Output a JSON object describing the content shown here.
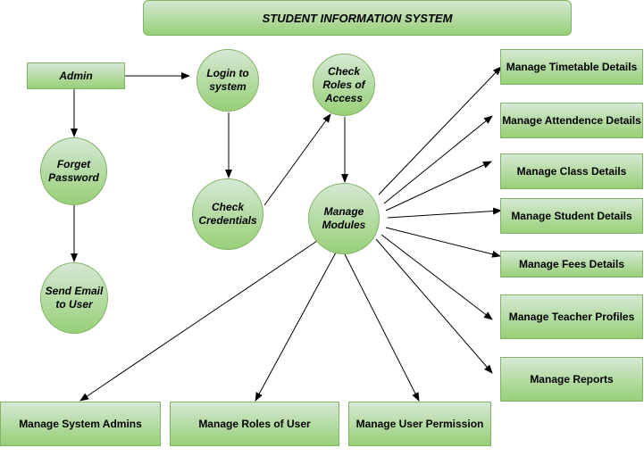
{
  "title": "STUDENT INFORMATION SYSTEM",
  "nodes": {
    "admin": "Admin",
    "login": "Login to system",
    "check_roles": "Check Roles of Access",
    "forget_password": "Forget Password",
    "check_credentials": "Check Credentials",
    "manage_modules": "Manage Modules",
    "send_email": "Send Email to User",
    "timetable": "Manage Timetable Details",
    "attendence": "Manage Attendence Details",
    "class": "Manage Class Details",
    "student": "Manage Student Details",
    "fees": "Manage Fees Details",
    "teacher": "Manage Teacher Profiles",
    "reports": "Manage Reports",
    "system_admins": "Manage System Admins",
    "roles_of_user": "Manage Roles of User",
    "user_permission": "Manage User Permission"
  },
  "edges": [
    [
      "admin",
      "login"
    ],
    [
      "admin",
      "forget_password"
    ],
    [
      "forget_password",
      "send_email"
    ],
    [
      "login",
      "check_credentials"
    ],
    [
      "check_credentials",
      "check_roles"
    ],
    [
      "check_roles",
      "manage_modules"
    ],
    [
      "manage_modules",
      "timetable"
    ],
    [
      "manage_modules",
      "attendence"
    ],
    [
      "manage_modules",
      "class"
    ],
    [
      "manage_modules",
      "student"
    ],
    [
      "manage_modules",
      "fees"
    ],
    [
      "manage_modules",
      "teacher"
    ],
    [
      "manage_modules",
      "reports"
    ],
    [
      "manage_modules",
      "system_admins"
    ],
    [
      "manage_modules",
      "roles_of_user"
    ],
    [
      "manage_modules",
      "user_permission"
    ]
  ],
  "colors": {
    "fill_top": "#d5e8d4",
    "fill_bottom": "#97d077",
    "stroke": "#82b366",
    "edge": "#000000"
  }
}
